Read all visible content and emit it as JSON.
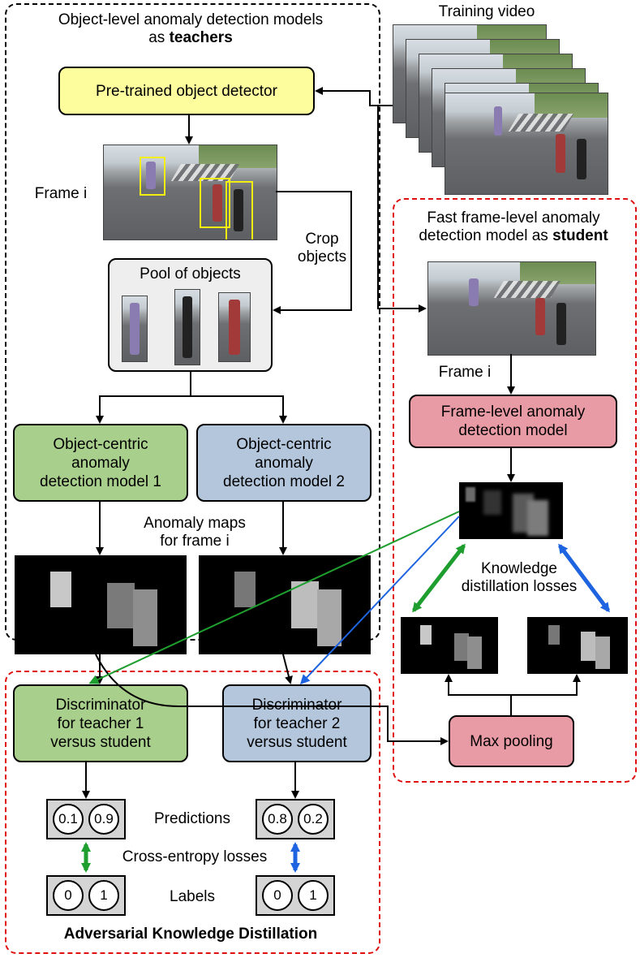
{
  "teachers_panel": {
    "title_line1": "Object-level anomaly detection models",
    "title_line2_prefix": "as ",
    "title_line2_bold": "teachers"
  },
  "training_video": {
    "label": "Training video"
  },
  "detector": {
    "label": "Pre-trained object detector"
  },
  "frame_left": {
    "label": "Frame i"
  },
  "crop": {
    "line1": "Crop",
    "line2": "objects"
  },
  "pool": {
    "label": "Pool of objects"
  },
  "model1": {
    "line1": "Object-centric",
    "line2": "anomaly",
    "line3": "detection model 1"
  },
  "model2": {
    "line1": "Object-centric",
    "line2": "anomaly",
    "line3": "detection model 2"
  },
  "anomaly_maps": {
    "line1": "Anomaly maps",
    "line2": "for frame i"
  },
  "student_panel": {
    "title_line1": "Fast frame-level anomaly",
    "title_line2_prefix": "detection model as ",
    "title_line2_bold": "student"
  },
  "frame_right": {
    "label": "Frame i"
  },
  "frame_model": {
    "line1": "Frame-level anomaly",
    "line2": "detection model"
  },
  "kd_losses": {
    "line1": "Knowledge",
    "line2": "distillation losses"
  },
  "maxpool": {
    "label": "Max pooling"
  },
  "disc1": {
    "line1": "Discriminator",
    "line2": "for teacher 1",
    "line3": "versus student"
  },
  "disc2": {
    "line1": "Discriminator",
    "line2": "for teacher 2",
    "line3": "versus student"
  },
  "predictions": {
    "label": "Predictions",
    "teacher1": [
      "0.1",
      "0.9"
    ],
    "teacher2": [
      "0.8",
      "0.2"
    ]
  },
  "ce_losses": {
    "label": "Cross-entropy losses"
  },
  "labels": {
    "label": "Labels",
    "teacher1": [
      "0",
      "1"
    ],
    "teacher2": [
      "0",
      "1"
    ]
  },
  "adversarial_title": "Adversarial Knowledge Distillation",
  "colors": {
    "yellow": "#fdfd9e",
    "green": "#a9cf8c",
    "blue": "#b3c6dc",
    "pink": "#e99ba5",
    "red_dash": "#e01010",
    "green_arrow": "#1e9e2e",
    "blue_arrow": "#1e64e0"
  }
}
